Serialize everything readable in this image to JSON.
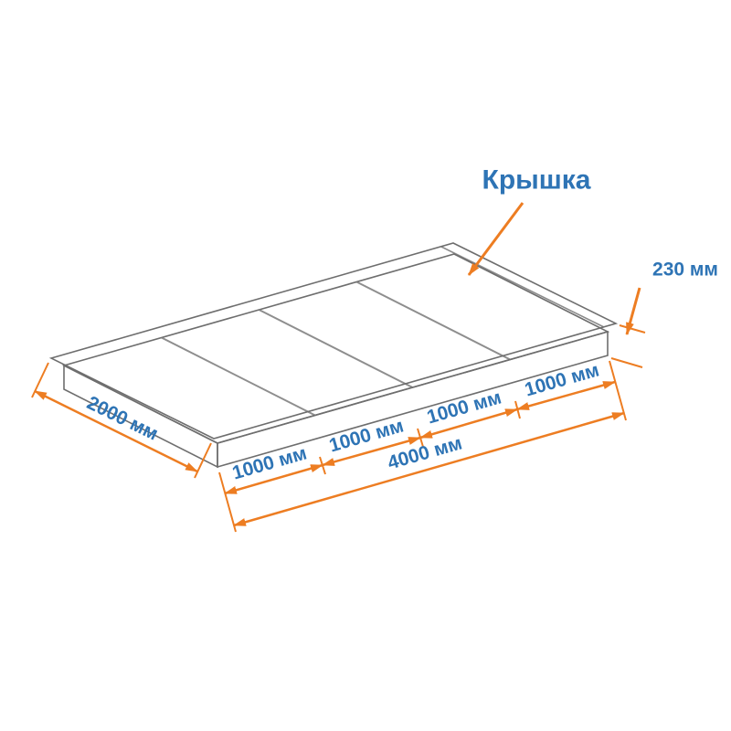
{
  "diagram": {
    "part_label": "Крышка",
    "dims": {
      "height": "230 мм",
      "width": "2000 мм",
      "total_length": "4000 мм",
      "segments": [
        "1000 мм",
        "1000 мм",
        "1000 мм",
        "1000 мм"
      ]
    },
    "colors": {
      "dimension_line": "#ED7D22",
      "dimension_text": "#2E74B5",
      "mesh_wire": "#8A8A8A"
    }
  }
}
